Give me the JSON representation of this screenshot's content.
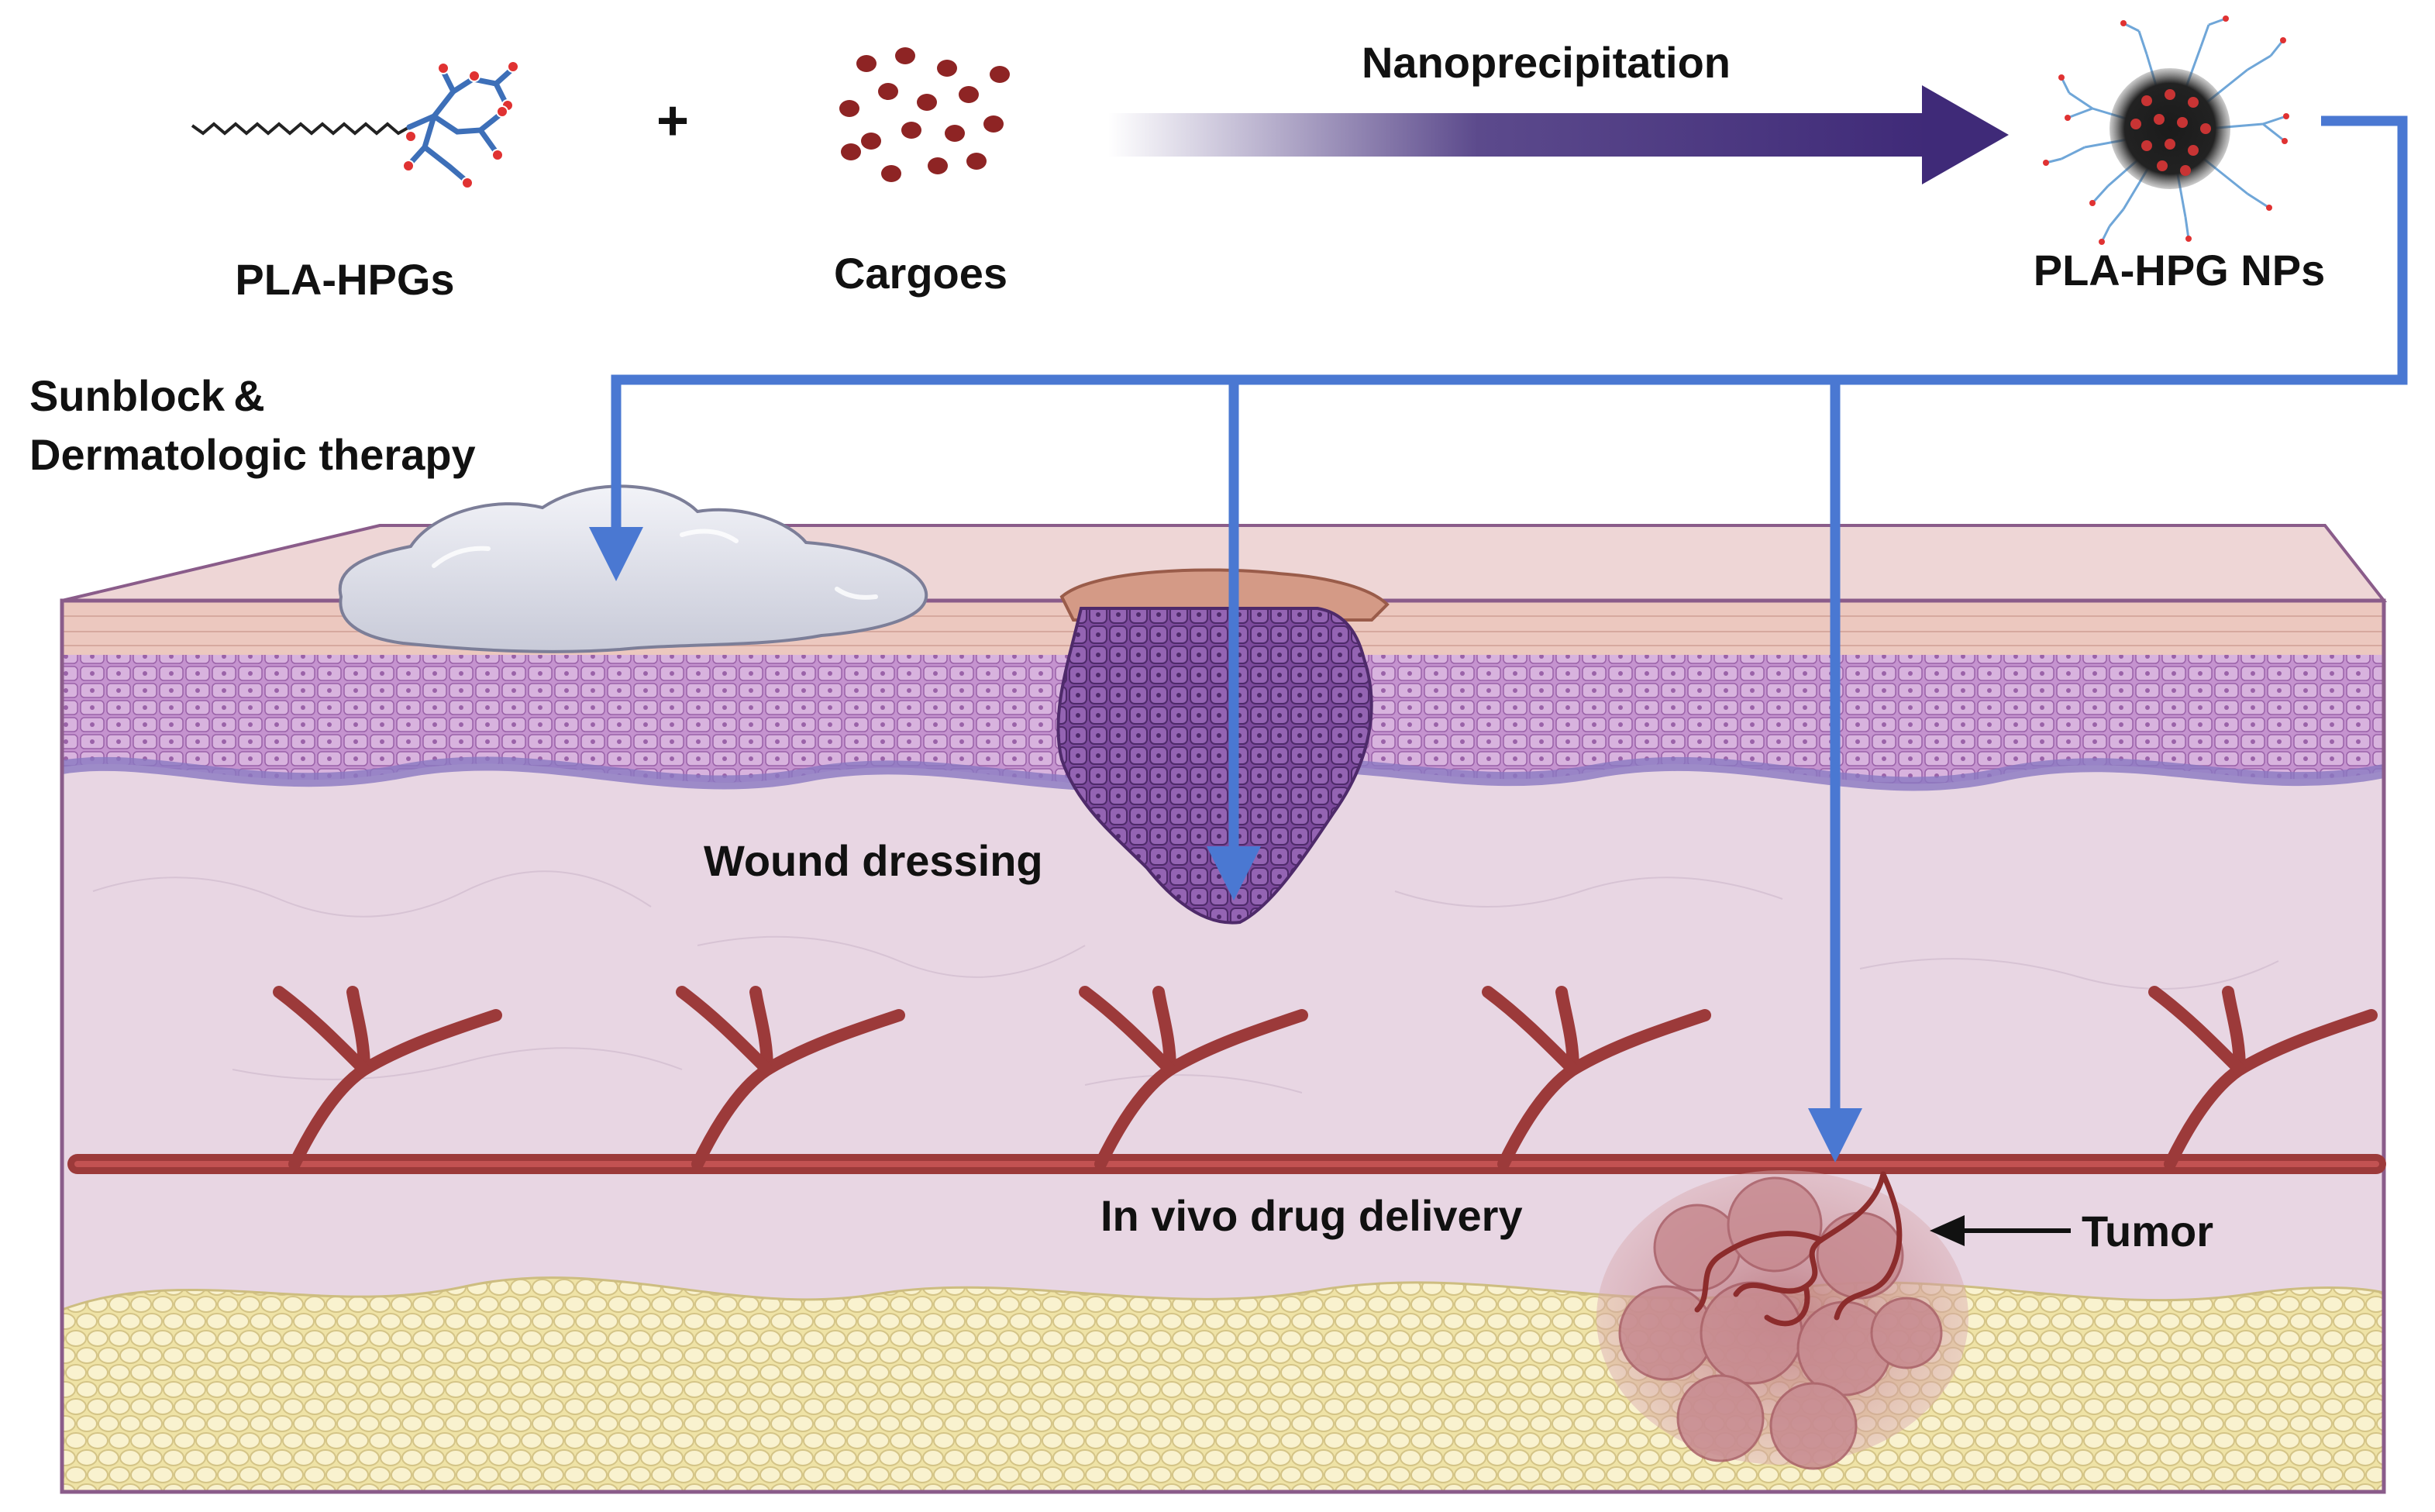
{
  "top": {
    "polymer_label": "PLA-HPGs",
    "plus": "+",
    "cargo_label": "Cargoes",
    "process_label": "Nanoprecipitation",
    "nanoparticle_label": "PLA-HPG NPs"
  },
  "applications": {
    "sunblock_line1": "Sunblock &",
    "sunblock_line2": "Dermatologic therapy",
    "wound": "Wound dressing",
    "in_vivo": "In vivo drug delivery",
    "tumor": "Tumor"
  },
  "icons": [
    "polymer-chain-icon",
    "cargo-particles-icon",
    "nanoparticle-icon",
    "cream-blob-icon",
    "wound-icon",
    "blood-vessel-icon",
    "tumor-icon",
    "fat-cells-icon"
  ],
  "colors": {
    "connector_blue": "#4a78d2",
    "process_arrow": "#3f2a78",
    "vessel": "#9c3a3a",
    "dermis": "#e8d6e3",
    "epidermis": "#c79ad0",
    "fat": "#f3e9b8",
    "cargo": "#8e2424"
  }
}
